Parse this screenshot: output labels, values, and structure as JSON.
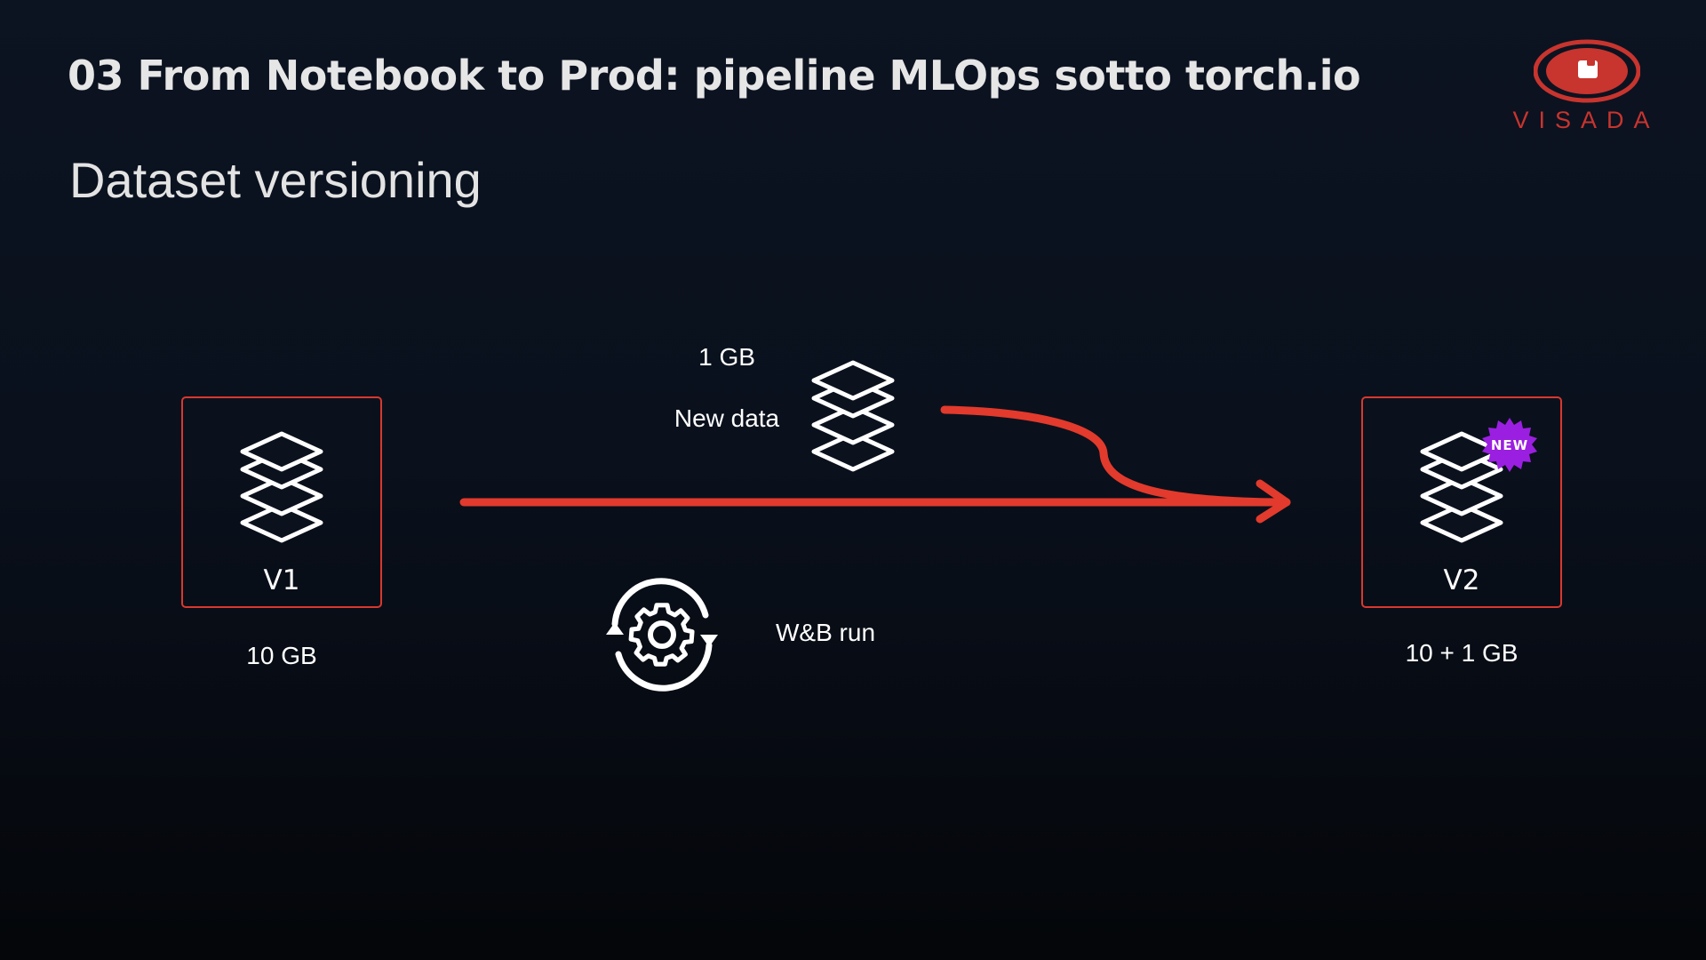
{
  "slide": {
    "title": "03 From Notebook to Prod: pipeline MLOps sotto torch.io",
    "subtitle": "Dataset versioning"
  },
  "logo": {
    "text": "VISADA",
    "color": "#c8342e"
  },
  "diagram": {
    "v1": {
      "label": "V1",
      "size": "10 GB",
      "icon": "layers-stack-icon"
    },
    "new_data": {
      "size": "1 GB",
      "label": "New data",
      "icon": "layers-stack-icon"
    },
    "process": {
      "label": "W&B run",
      "icon": "gear-refresh-icon"
    },
    "v2": {
      "label": "V2",
      "size": "10 + 1 GB",
      "badge": "NEW",
      "icon": "layers-stack-icon"
    }
  },
  "colors": {
    "accent_red": "#e23a2c",
    "badge_purple": "#9b1fe0",
    "box_border": "#d9382f"
  }
}
